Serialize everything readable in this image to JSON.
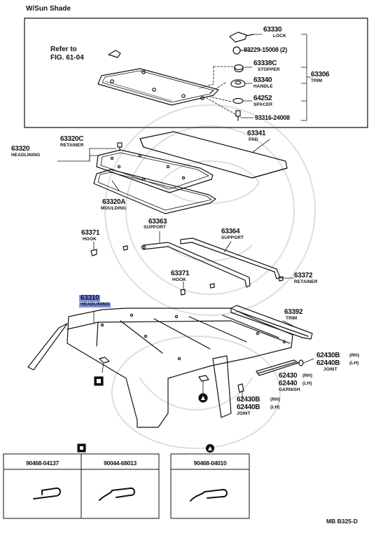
{
  "section_title": "W/Sun Shade",
  "refer_to": [
    "Refer to",
    "FIG. 61-04"
  ],
  "sunshade_parts": {
    "lock": {
      "num": "63330",
      "name": "LOCK"
    },
    "screw": {
      "num": "93229-15008 (2)"
    },
    "stopper": {
      "num": "63338C",
      "name": "STOPPER"
    },
    "handle": {
      "num": "63340",
      "name": "HANDLE"
    },
    "spacer": {
      "num": "64252",
      "name": "SPACER"
    },
    "screw2": {
      "num": "93316-24008"
    },
    "trim": {
      "num": "63306",
      "name": "TRIM"
    }
  },
  "headliner_parts": {
    "retainer": {
      "num": "63320C",
      "name": "RETAINER"
    },
    "headlining_a": {
      "num": "63320",
      "name": "HEADLINING"
    },
    "pad": {
      "num": "63341",
      "name": "PAD"
    },
    "moulding": {
      "num": "63320A",
      "name": "MOULDING"
    },
    "support_1": {
      "num": "63363",
      "name": "SUPPORT"
    },
    "support_2": {
      "num": "63364",
      "name": "SUPPORT"
    },
    "hook_1": {
      "num": "63371",
      "name": "HOOK"
    },
    "hook_2": {
      "num": "63371",
      "name": "HOOK"
    },
    "retainer_2": {
      "num": "63372",
      "name": "RETAINER"
    },
    "headlining_main": {
      "num": "63310",
      "name": "HEADLINING"
    },
    "trim_side": {
      "num": "63392",
      "name": "TRIM"
    },
    "joint_upper": {
      "num_rh": "62430B",
      "rh": "(RH)",
      "num_lh": "62440B",
      "lh": "(LH)",
      "name": "JOINT"
    },
    "garnish": {
      "num_rh": "62430",
      "rh": "(RH)",
      "num_lh": "62440",
      "lh": "(LH)",
      "name": "GARNISH"
    },
    "joint_lower": {
      "num_rh": "62430B",
      "rh": "(RH)",
      "num_lh": "62440B",
      "lh": "(LH)",
      "name": "JOINT"
    }
  },
  "fasteners": {
    "group_square": {
      "symbol": "square",
      "items": [
        {
          "num": "90468-04137"
        },
        {
          "num": "90044-68013"
        }
      ]
    },
    "group_triangle": {
      "symbol": "triangle",
      "items": [
        {
          "num": "90468-04010"
        }
      ]
    }
  },
  "diagram_code": "MB  B325-D"
}
